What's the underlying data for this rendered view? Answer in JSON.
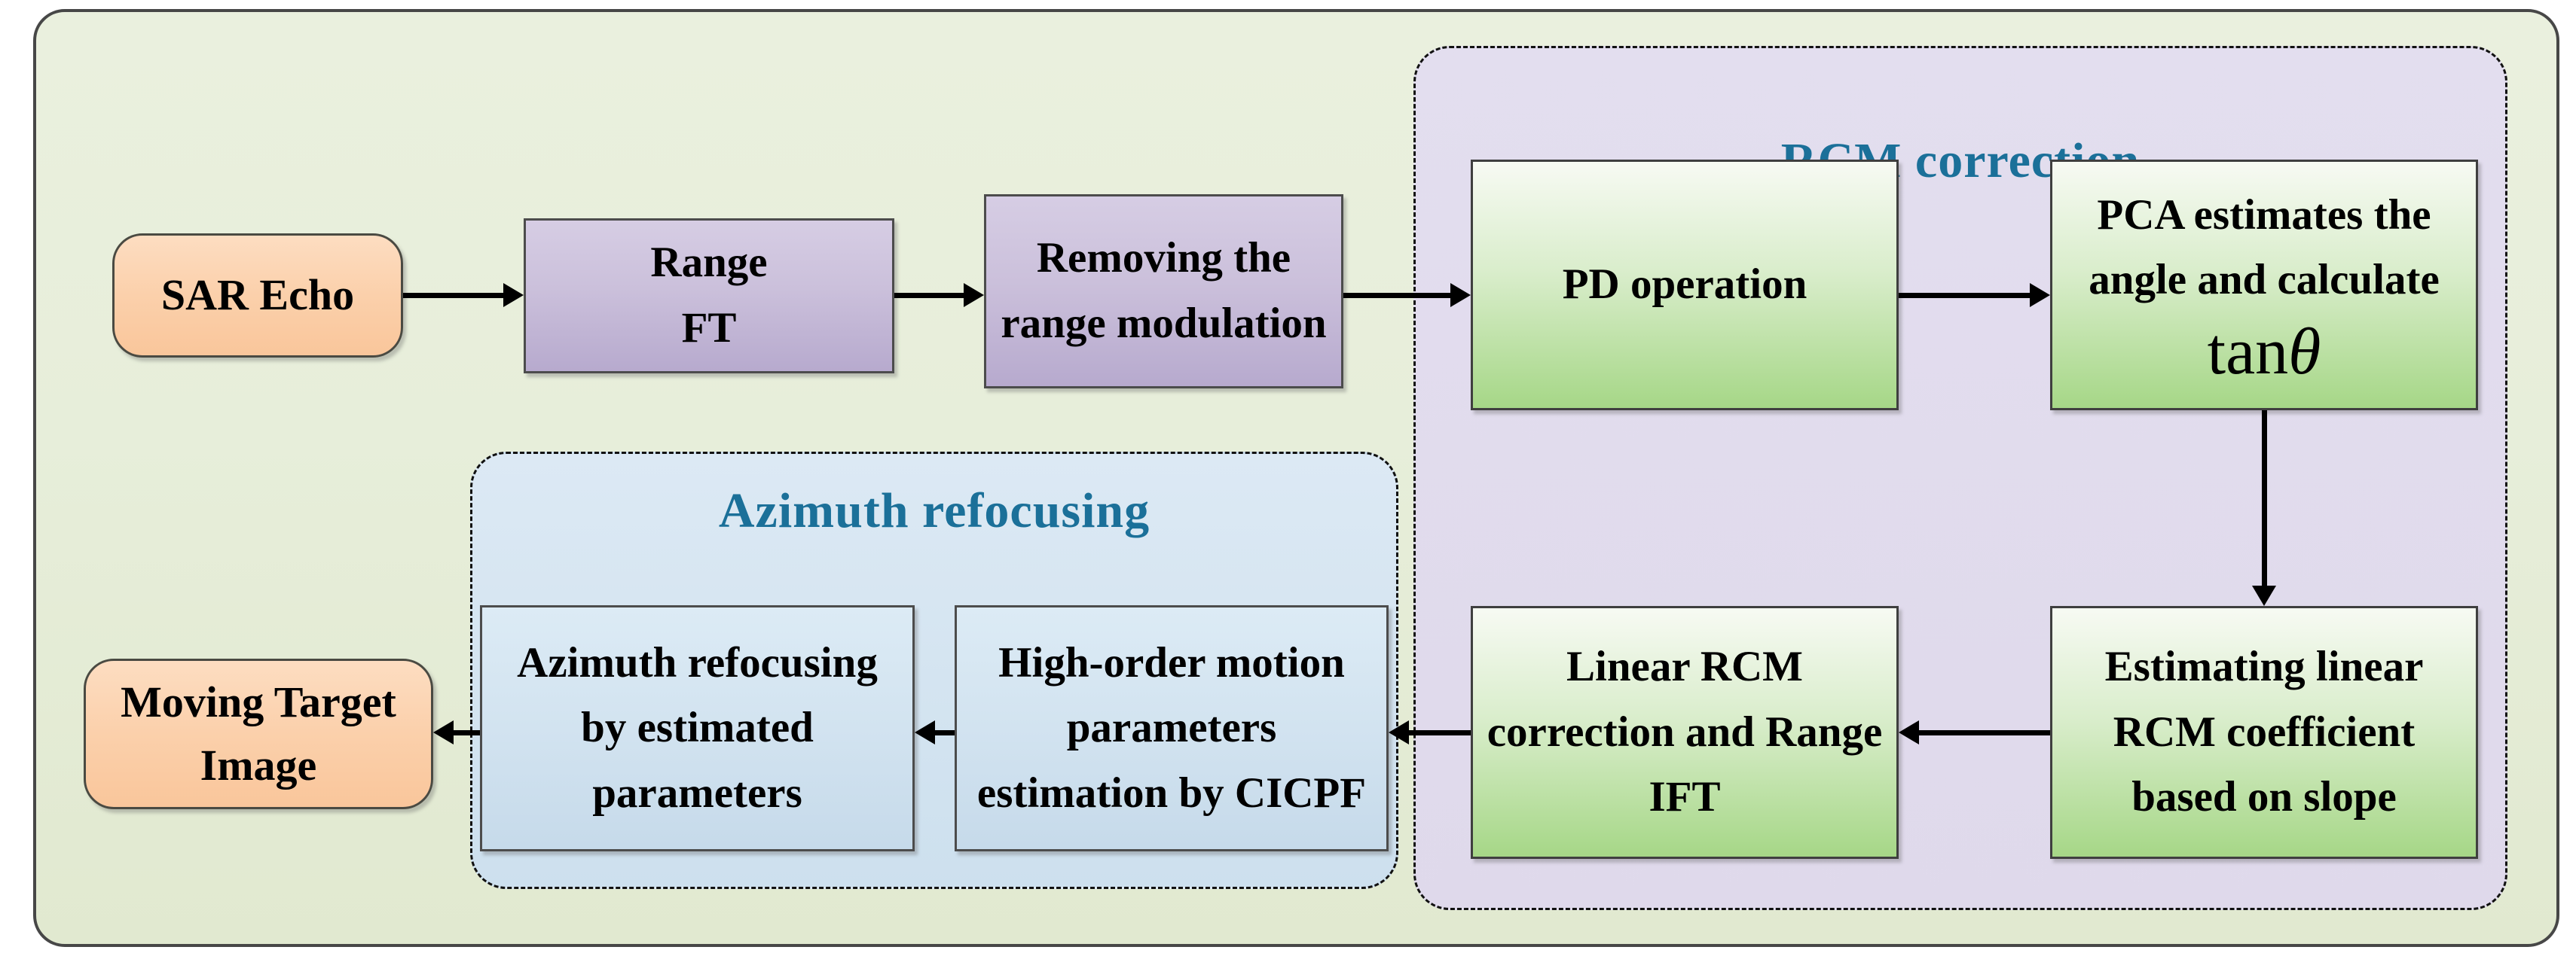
{
  "regions": {
    "rcm": {
      "title": "RCM correction"
    },
    "azimuth": {
      "title": "Azimuth refocusing"
    }
  },
  "boxes": {
    "sar_echo": {
      "label": "SAR Echo"
    },
    "range_ft": {
      "label": "Range\nFT"
    },
    "removing_modulation": {
      "label": "Removing the\nrange modulation"
    },
    "pd_operation": {
      "label": "PD operation"
    },
    "pca_estimate": {
      "label": "PCA estimates the\nangle and calculate",
      "formula_fn": "tan",
      "formula_var": "θ"
    },
    "estimating_linear": {
      "label": "Estimating linear\nRCM coefficient\nbased on slope"
    },
    "linear_rcm": {
      "label": "Linear RCM\ncorrection and Range\nIFT"
    },
    "high_order": {
      "label": "High-order motion\nparameters\nestimation by CICPF"
    },
    "azimuth_refocusing": {
      "label": "Azimuth refocusing\nby estimated\nparameters"
    },
    "moving_target": {
      "label": "Moving Target\nImage"
    }
  },
  "colors": {
    "section_title": "#1b7099",
    "outer_background_top": "#eaf0de",
    "outer_background_bottom": "#e1e9d0",
    "rcm_region_fill": "#e0dbec",
    "azimuth_region_fill": "#d5e4f1",
    "green_box_top": "#f7faf3",
    "green_box_bottom": "#a6d787",
    "purple_box_top": "#d6cde4",
    "purple_box_bottom": "#b7aace",
    "blue_box_top": "#dcebf5",
    "blue_box_bottom": "#c6daea",
    "orange_box_top": "#fdddc1",
    "orange_box_bottom": "#f9c69b",
    "arrow": "#000000"
  }
}
